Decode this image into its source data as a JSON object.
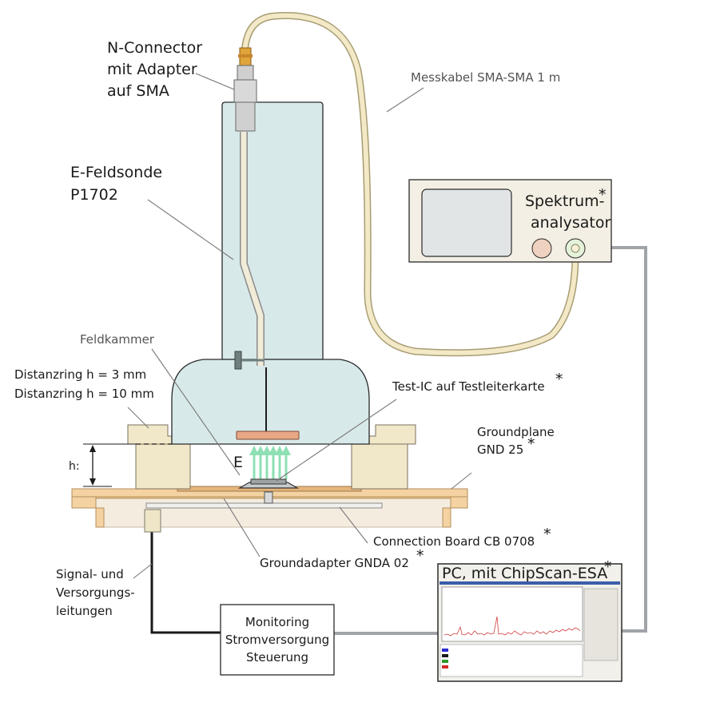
{
  "labels": {
    "n_connector": [
      "N-Connector",
      "mit Adapter",
      "auf SMA"
    ],
    "messkabel": "Messkabel SMA-SMA 1 m",
    "e_feldsonde": [
      "E-Feldsonde",
      "P1702"
    ],
    "spektrum": [
      "Spektrum-",
      "analysator"
    ],
    "feldkammer": "Feldkammer",
    "distanzring": [
      "Distanzring h = 3 mm",
      "Distanzring h = 10 mm"
    ],
    "test_ic": "Test-IC auf Testleiterkarte",
    "groundplane": [
      "Groundplane",
      "GND 25"
    ],
    "h_label": "h:",
    "e_label": "E",
    "connection_board": "Connection Board CB 0708",
    "groundadapter": "Groundadapter GNDA 02",
    "pc": "PC, mit ChipScan-ESA",
    "signal": [
      "Signal- und",
      "Versorgungs-",
      "leitungen"
    ],
    "monitoring": [
      "Monitoring",
      "Stromversorgung",
      "Steuerung"
    ],
    "asterisk": "*"
  },
  "colors": {
    "probe_fill": "#d8e9ea",
    "probe_stroke": "#2a2a2a",
    "cable": "#f3e9c6",
    "cable_stroke": "#a89c74",
    "connector": "#e0a53a",
    "base": "#f3d6aa",
    "base_light": "#f7eee0",
    "ring": "#f0e6c8",
    "analyzer_body": "#f3efe4",
    "electrode": "#e8a886",
    "field_arrow": "#8ee0b4",
    "grey_wire": "#9a9a9a"
  },
  "icons": {
    "knob_left": "knob-icon",
    "knob_right": "rf-input-jack-icon",
    "arrows": "field-arrow-icon"
  }
}
